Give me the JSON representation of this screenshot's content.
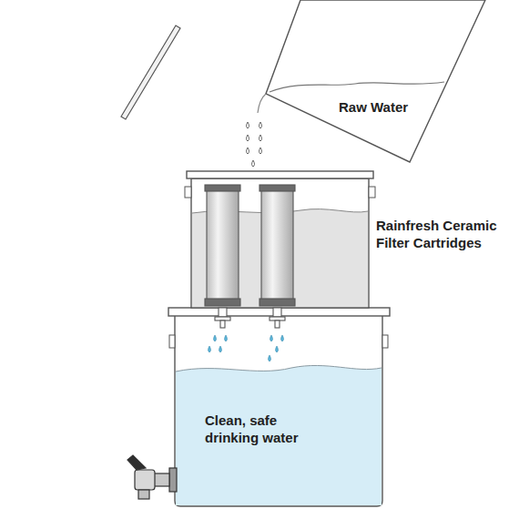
{
  "diagram": {
    "labels": [
      "Raw Water",
      "Rainfresh Ceramic Filter Cartridges",
      "Clean, safe drinking water"
    ]
  }
}
